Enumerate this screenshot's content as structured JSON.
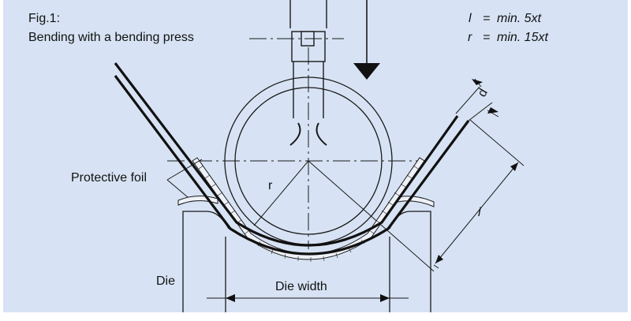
{
  "figure": {
    "number": "Fig.1:",
    "caption": "Bending with a bending press"
  },
  "formulas": {
    "l_symbol": "l",
    "l_eq": "=",
    "l_value": "min.   5xt",
    "r_symbol": "r",
    "r_eq": "=",
    "r_value": "min.  15xt"
  },
  "labels": {
    "protective_foil": "Protective foil",
    "die": "Die",
    "die_width": "Die width",
    "radius": "r",
    "length": "l",
    "thickness": "d"
  },
  "colors": {
    "background": "#d7e3f4",
    "ink": "#1a1a1a"
  }
}
